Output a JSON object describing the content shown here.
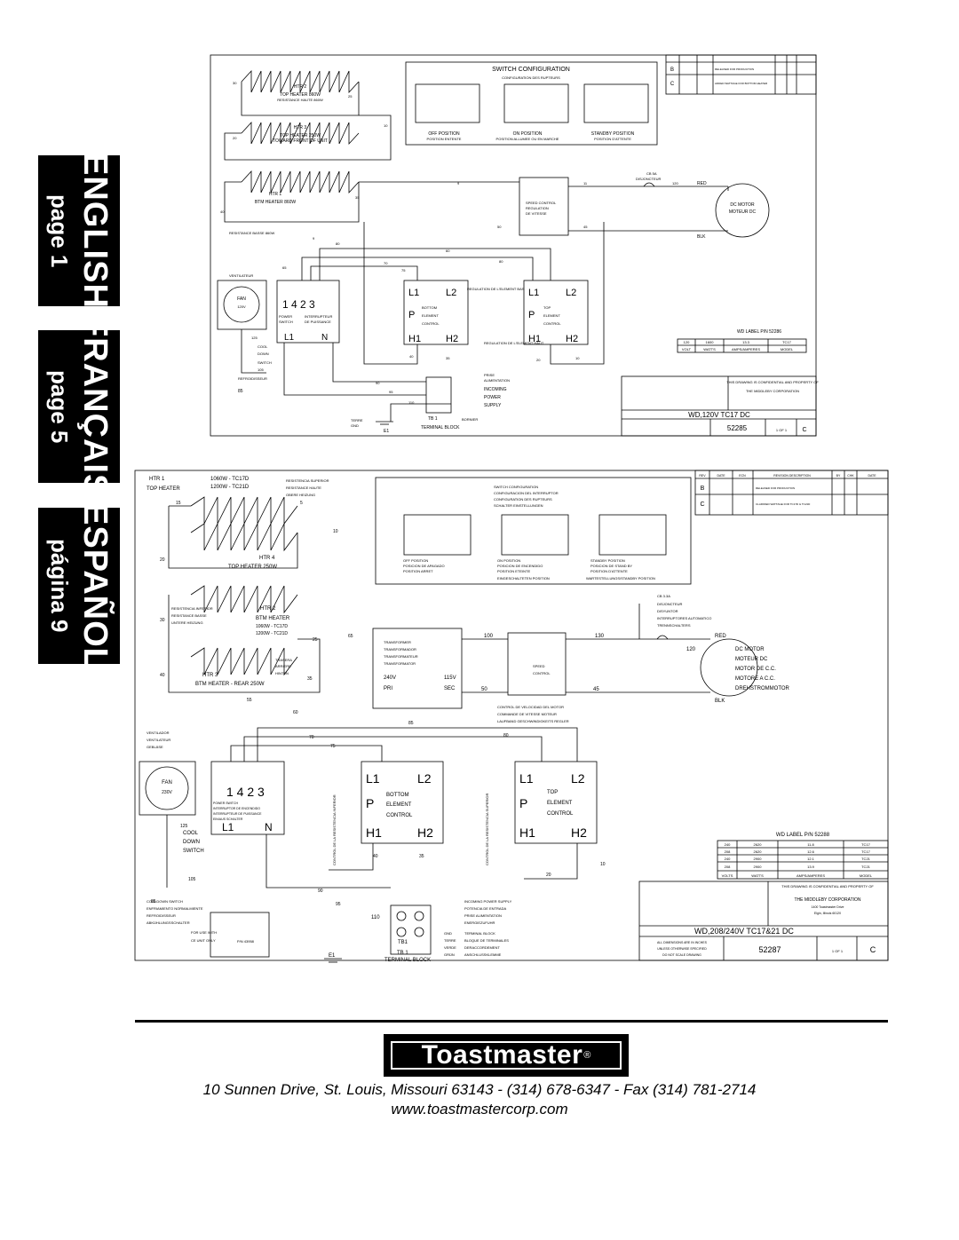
{
  "tabs": {
    "english": {
      "title": "ENGLISH",
      "page": "page 1"
    },
    "francais": {
      "title": "FRANÇAIS",
      "page": "page 5"
    },
    "espanol": {
      "title": "ESPAÑOL",
      "page": "página 9"
    }
  },
  "diagram1": {
    "switch_config_title": "SWITCH CONFIGURATION",
    "switch_config_subtitle": "CONFIGURATION DES RUPTEURS",
    "off_position": "OFF POSITION",
    "off_position_fr": "POSITION ENTENTE",
    "on_position": "ON POSITION",
    "on_position_fr": "POSITION ALLUMEE OU EN MARCHE",
    "standby_position": "STANDBY POSITION",
    "standby_position_fr": "POSITION D'ATTENTE",
    "htr2": "HTR 2",
    "top_heater_860": "TOP HEATER 860W",
    "top_heater_860_fr": "RESISTANCE HAUTE 860W",
    "htr3": "HTR 3",
    "top_heater_250": "TOP HEATER 250W",
    "toward_front": "TOWARD FRONT OF UNIT",
    "htr1": "HTR 1",
    "btm_heater_860": "BTM HEATER 860W",
    "btm_heater_fr": "RESISTANCE BASSE 860W",
    "cb": "CB 5A",
    "disjoncteur": "DISJONCTEUR",
    "red": "RED",
    "blk": "BLK",
    "dc_motor": "DC MOTOR",
    "moteur_dc": "MOTEUR DC",
    "speed_control": "SPEED CONTROL",
    "regulation": "REGULATION",
    "de_vitesse": "DE VITESSE",
    "ventilateur": "VENTILATEUR",
    "fan": "FAN",
    "fan_v": "120V",
    "power_switch": "POWER",
    "switch": "SWITCH",
    "interrupteur": "INTERRUPTEUR",
    "de_puissance": "DE PUISSANCE",
    "cool": "COOL",
    "down": "DOWN",
    "refroidisseur": "REFROIDISSEUR",
    "l1": "L1",
    "l2": "L2",
    "p": "P",
    "h1": "H1",
    "h2": "H2",
    "n": "N",
    "sw_digits": "1  4  2  3",
    "bottom": "BOTTOM",
    "top": "TOP",
    "element": "ELEMENT",
    "control": "CONTROL",
    "reg_element_bas": "REGULATION DE L'ELEMENT BAS",
    "reg_element_haut": "REGULATION DE L'ELEMENT HAUT",
    "prise": "PRISE",
    "alimentation": "ALIMENTATION",
    "incoming": "INCOMING",
    "power": "POWER",
    "supply": "SUPPLY",
    "terre": "TERRE",
    "gnd": "GND",
    "e1": "E1",
    "tb1": "TB 1",
    "bornier": "BORNIER",
    "terminal_block": "TERMINAL BLOCK",
    "wd_label": "WD LABEL P/N 52286",
    "label_vals": [
      "120",
      "1600",
      "13.3",
      "TC17"
    ],
    "label_hdrs": [
      "VOLT",
      "WATTS",
      "AMPS/AMPERES",
      "MODEL"
    ],
    "title_block": "WD,120V TC17 DC",
    "part_no": "52285",
    "sheet": "1   OF   1",
    "rev": "C",
    "company": "THE MIDDLEBY CORPORATION",
    "confidential": "THIS DRAWING IS CONFIDENTIAL AND PROPERTY OF",
    "rev_rows": [
      {
        "rev": "B",
        "desc": "RELEASED FOR PRODUCTION"
      },
      {
        "rev": "C",
        "desc": "ADDED WATTAGE FOR BOTTOM HEATER"
      }
    ],
    "wire_nums": [
      "30",
      "25",
      "10",
      "20",
      "9",
      "11",
      "120",
      "35",
      "40",
      "50",
      "45",
      "9",
      "80",
      "65",
      "70",
      "75",
      "60",
      "80",
      "40",
      "35",
      "20",
      "10",
      "125",
      "105",
      "85",
      "95",
      "110",
      "90"
    ]
  },
  "diagram2": {
    "htr1": "HTR 1",
    "top_heater": "TOP HEATER",
    "w1": "1060W - TC17D",
    "w2": "1200W - TC21D",
    "res_sup": "RESISTENCIA SUPERIOR",
    "res_haute": "RESISTANCE HAUTE",
    "oberes": "OBERE HEIZUNG",
    "htr4": "HTR 4",
    "top_heater_250": "TOP HEATER 250W",
    "res_inf": "RESISTENCIA INFERIOR",
    "res_basse": "RESISTANCE BASSE",
    "untere": "UNTERE HEIZUNG",
    "htr2": "HTR 2",
    "btm_heater": "BTM HEATER",
    "htr3": "HTR 3",
    "btm_heater_rear": "BTM HEATER - REAR 250W",
    "trasera": "TRASERA",
    "arriere": "ARRIERE",
    "hinten": "HINTEN",
    "switch_config": "SWITCH CONFIGURATION",
    "switch_config_es": "CONFIGURACION DEL INTERRUPTOR",
    "switch_config_fr": "CONFIGURATION DES RUPTEURS",
    "schalter": "SCHALTER EINSTELLUNGEN",
    "off_position": "OFF POSITION",
    "off_es": "POSICION DE APAGADO",
    "off_fr": "POSITION ARRET",
    "on_position": "ON POSITION",
    "on_es": "POSICION DE ENCENDIDO",
    "on_fr": "POSITION ETEINTE",
    "on_de": "EINGESCHALTETEN POSITION",
    "standby": "STANDBY POSITION",
    "standby_es": "POSICION DE STAND BY",
    "standby_fr": "POSITION D'ATTENTE",
    "standby_de": "WARTESTELLUNGS/STANDBY POSITION",
    "cb": "CB 3.3A",
    "cb_fr": "DISJONCTEUR",
    "cb_es": "DISYUNTOR",
    "cb_es2": "INTERRUPTORES AUTOMATICO",
    "cb_de": "TRENNSCHALTERS",
    "transformer": "TRANSFORMER",
    "transformador": "TRANSFORMADOR",
    "transformateur": "TRANSFORMATEUR",
    "transformator": "TRANSFORMATOR",
    "v240": "240V",
    "v115": "115V",
    "pri": "PRI",
    "sec": "SEC",
    "speed": "SPEED",
    "control": "CONTROL",
    "red": "RED",
    "blk": "BLK",
    "dc_motor": "DC MOTOR",
    "moteur_dc": "MOTEUR DC",
    "motor_de_cc": "MOTOR DE C.C.",
    "motore_cc": "MOTORE A C.C.",
    "drehstrom": "DREHSTROMMOTOR",
    "ctrl_vel": "CONTROL DE VELOCIDAD DEL MOTOR",
    "cmd_vitesse": "COMMANDE DE VITESSE MOTEUR",
    "laufband": "LAUFBAND GESCHWINDIGKEITS REGLER",
    "ventilador": "VENTILADOR",
    "ventilateur": "VENTILATEUR",
    "geblase": "GEBLÄSE",
    "fan": "FAN",
    "fan_v": "230V",
    "power_switch": "POWER SWITCH",
    "int_encendido": "INTERRUPTOR DE ENCENDIDO",
    "int_puissance": "INTERRUPTEUR DE PUISSANCE",
    "einaus": "EIN/AUS SCHALTER",
    "sw_digits": "1  4  2  3",
    "l1": "L1",
    "l2": "L2",
    "n": "N",
    "p": "P",
    "h1": "H1",
    "h2": "H2",
    "bottom": "BOTTOM",
    "top": "TOP",
    "element": "ELEMENT",
    "control2": "CONTROL",
    "cool": "COOL",
    "down": "DOWN",
    "switch": "SWITCH",
    "cooldown_switch": "COOLDOWN SWITCH",
    "enfriamiento": "ENFRIAMIENTO NORMALMIENTE",
    "refroidisseur": "REFROIDISSEUR",
    "abkuhlung": "ABKÜHLUNGSSCHALTER",
    "for_use_with": "FOR USE WITH",
    "ce_unit_only": "CE UNIT ONLY",
    "pn": "P/N 43958",
    "incoming_power": "INCOMING POWER SUPPLY",
    "potencia": "POTENCIA DE ENTRADA",
    "prise_alim": "PRISE ALIMENTATION",
    "energie": "ENERGIEZUFUHR",
    "gnd": "GND",
    "terre": "TERRE",
    "verde": "VERDE",
    "grun": "GRÜN",
    "tb_es": "TERMINAL BLOCK",
    "bloque": "BLOQUE DE TERMINALES",
    "deracc": "DERACCORDEMENT",
    "anschluss": "ANSCHLUSSKLEMME",
    "tb1": "TB 1",
    "tb1b": "TB1",
    "terminal_block": "TERMINAL BLOCK",
    "e1": "E1",
    "ctrl_inf_vert": "CONTROL DE LA RESISTENCIA INFERIOR",
    "ctrl_sup_vert": "CONTROL DE LA RESISTENCIA SUPERIOR",
    "wd_label": "WD LABEL P/N 52288",
    "label_rows": [
      [
        "240",
        "2620",
        "11.8",
        "TC17"
      ],
      [
        "208",
        "2620",
        "12.6",
        "TC17"
      ],
      [
        "240",
        "2900",
        "12.1",
        "TC21"
      ],
      [
        "208",
        "2900",
        "13.9",
        "TC21"
      ]
    ],
    "label_hdrs": [
      "VOLTS",
      "WATTS",
      "AMPS/AMPERES",
      "MODEL"
    ],
    "title_block": "WD,208/240V TC17&21 DC",
    "part_no": "52287",
    "sheet": "1   OF   1",
    "rev": "C",
    "company": "THE MIDDLEBY CORPORATION",
    "confidential": "THIS DRAWING IS CONFIDENTIAL AND PROPERTY OF",
    "address_small": "1400 Toastmaster Drive",
    "city_small": "Elgin, Illinois 60120",
    "rev_hdrs": [
      "REV",
      "DATE",
      "ECN",
      "REVISION DESCRIPTION",
      "BY",
      "CHK",
      "DATE"
    ],
    "rev_rows": [
      {
        "rev": "B",
        "desc": "RELEASED FOR PRODUCTION"
      },
      {
        "rev": "C",
        "desc": "CLARIFIED WATTAGE FOR TC17D & TC21D"
      }
    ],
    "dims_note": "ALL DIMENSIONS ARE IN INCHES",
    "unless": "UNLESS OTHERWISE SPECIFIED",
    "do_not_scale": "DO NOT SCALE DRAWING",
    "wire_nums": [
      "15",
      "5",
      "10",
      "20",
      "30",
      "25",
      "65",
      "100",
      "130",
      "120",
      "40",
      "35",
      "50",
      "45",
      "55",
      "60",
      "85",
      "70",
      "75",
      "80",
      "40",
      "35",
      "20",
      "10",
      "125",
      "105",
      "85",
      "90",
      "95",
      "110"
    ]
  },
  "footer": {
    "logo": "Toastmaster",
    "reg": "®",
    "address": "10 Sunnen Drive, St. Louis, Missouri 63143 - (314) 678-6347 - Fax (314) 781-2714",
    "website": "www.toastmastercorp.com"
  }
}
